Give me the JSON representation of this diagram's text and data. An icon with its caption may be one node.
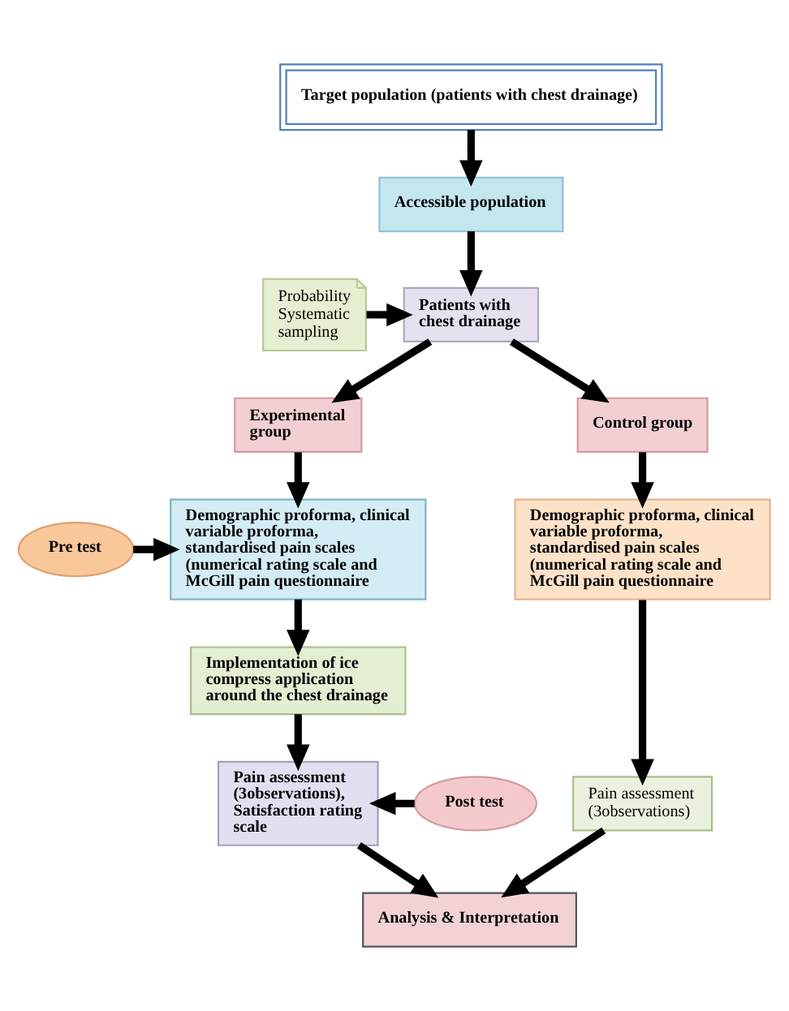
{
  "diagram": {
    "nodes": [
      {
        "text": [
          "Target population (patients with chest drainage)"
        ]
      },
      {
        "text": [
          "Accessible population"
        ]
      },
      {
        "text": [
          "Probability Systematic sampling"
        ]
      },
      {
        "text": [
          "Patients with chest drainage"
        ]
      },
      {
        "text": [
          "Experimental group"
        ]
      },
      {
        "text": [
          "Control group"
        ]
      },
      {
        "text": [
          "Pre test"
        ]
      },
      {
        "text": [
          "Demographic proforma, clinical variable proforma, standardised pain scales (numerical rating scale and McGill pain questionnaire"
        ]
      },
      {
        "text": [
          "Demographic proforma, clinical variable proforma, standardised pain scales (numerical rating scale and McGill pain questionnaire"
        ]
      },
      {
        "text": [
          "Implementation of ice compress application around the chest drainage"
        ]
      },
      {
        "text": [
          "Post test"
        ]
      },
      {
        "text": [
          "Pain assessment (3observations), Satisfaction rating scale"
        ]
      },
      {
        "text": [
          "Pain assessment (3observations)"
        ]
      },
      {
        "text": [
          "Analysis & Interpretation"
        ]
      }
    ],
    "edges": [
      {
        "from": 0,
        "to": 1,
        "arrow": "to"
      },
      {
        "from": 1,
        "to": 3,
        "arrow": "to"
      },
      {
        "from": 2,
        "to": 3,
        "arrow": "to"
      },
      {
        "from": 3,
        "to": 4,
        "arrow": "to"
      },
      {
        "from": 3,
        "to": 5,
        "arrow": "to"
      },
      {
        "from": 4,
        "to": 7,
        "arrow": "to"
      },
      {
        "from": 5,
        "to": 8,
        "arrow": "to"
      },
      {
        "from": 6,
        "to": 7,
        "arrow": "to"
      },
      {
        "from": 7,
        "to": 9,
        "arrow": "to"
      },
      {
        "from": 9,
        "to": 11,
        "arrow": "to"
      },
      {
        "from": 10,
        "to": 11,
        "arrow": "to"
      },
      {
        "from": 8,
        "to": 12,
        "arrow": "to"
      },
      {
        "from": 11,
        "to": 13,
        "arrow": "to"
      },
      {
        "from": 12,
        "to": 13,
        "arrow": "to"
      }
    ]
  }
}
